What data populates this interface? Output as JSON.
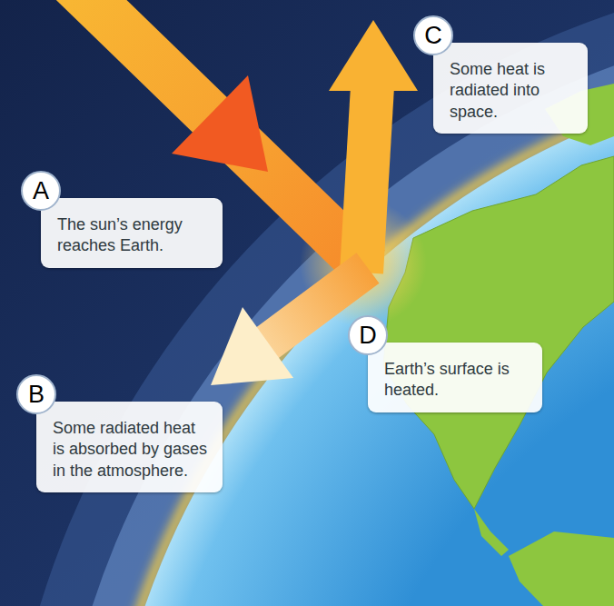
{
  "diagram": {
    "nodes": [
      {
        "text": [
          "A",
          "The sun’s energy reaches Earth."
        ]
      },
      {
        "text": [
          "B",
          "Some radiated heat is absorbed by gases in the atmosphere."
        ]
      },
      {
        "text": [
          "C",
          "Some heat is radiated into space."
        ]
      },
      {
        "text": [
          "D",
          "Earth’s surface is heated."
        ]
      }
    ]
  }
}
